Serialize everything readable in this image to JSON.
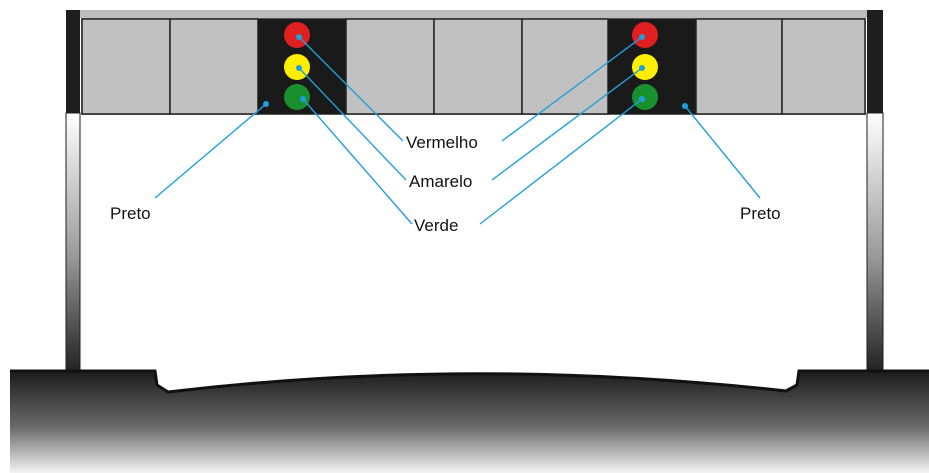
{
  "labels": {
    "red": "Vermelho",
    "yellow": "Amarelo",
    "green": "Verde",
    "black_left": "Preto",
    "black_right": "Preto"
  },
  "colors": {
    "lamp_red": "#e02020",
    "lamp_yellow": "#ffee00",
    "lamp_green": "#1a8f2e",
    "panel_gray": "#c0c0c0",
    "signal_black": "#1a1a1a",
    "leader_line": "#1f9fdc",
    "ground_dark": "#222222"
  }
}
